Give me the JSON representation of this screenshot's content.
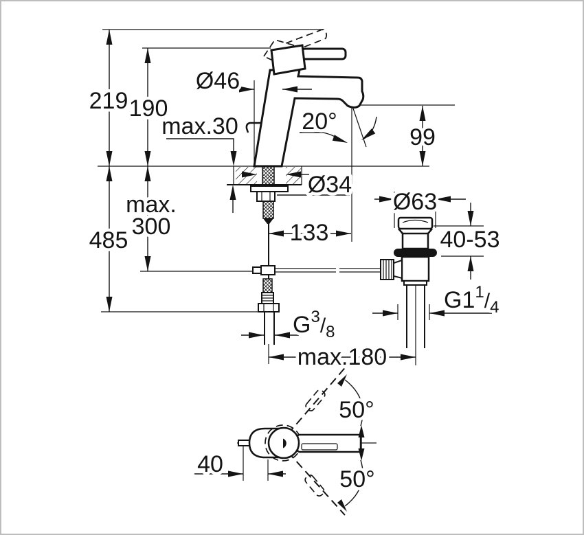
{
  "drawing": {
    "kind": "faucet-installation-dimension-drawing",
    "side_view": {
      "dim_219": "219",
      "dim_190": "190",
      "dim_max30": "max.30",
      "dim_diameter46": "Ø46",
      "dim_angle20": "20°",
      "dim_99": "99",
      "dim_485": "485",
      "dim_max300_line1": "max.",
      "dim_max300_line2": "300",
      "dim_diameter34": "Ø34",
      "dim_133": "133"
    },
    "drain_assembly": {
      "dim_diameter63": "Ø63",
      "dim_40_53": "40-53",
      "thread_g114": {
        "base": "G1",
        "sup": "1",
        "slash": "/",
        "sub": "4"
      }
    },
    "supply_connection": {
      "thread_g38": {
        "base": "G",
        "sup": "3",
        "slash": "/",
        "sub": "8"
      },
      "dim_max180": "max.180"
    },
    "top_view": {
      "dim_50_upper": "50°",
      "dim_50_lower": "50°",
      "dim_40": "40"
    },
    "colors": {
      "line": "#141414",
      "background": "#ffffff",
      "frame": "#bdbdbd"
    }
  }
}
